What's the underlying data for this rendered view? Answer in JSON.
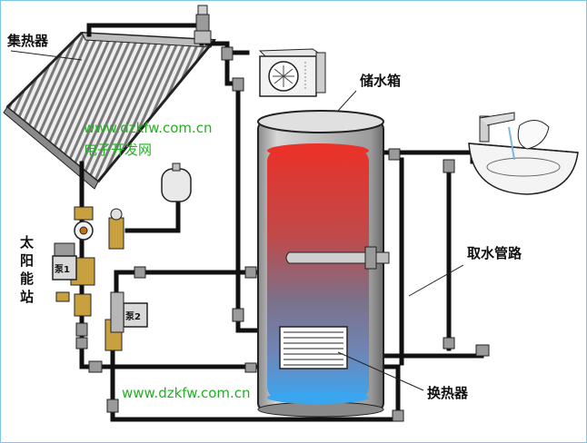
{
  "labels": {
    "collector": "集热器",
    "tank": "储水箱",
    "draw_pipe": "取水管路",
    "heat_exchanger": "换热器",
    "station_1": "太",
    "station_2": "阳",
    "station_3": "能",
    "station_4": "站",
    "pump1": "泵1",
    "pump2": "泵2"
  },
  "watermarks": {
    "url_top": "www.dzkfw.com.cn",
    "name_top": "电子开发网",
    "url_bottom": "www.dzkfw.com.cn"
  },
  "colors": {
    "pipe": "#111111",
    "hot": "#e8322a",
    "cold": "#3aa6f0",
    "watermark": "#22b022",
    "frame": "#7fc6e6"
  }
}
